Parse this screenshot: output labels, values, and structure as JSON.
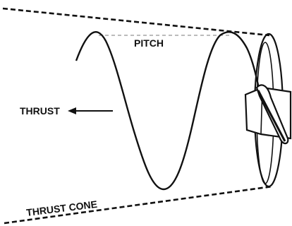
{
  "labels": {
    "pitch": "PITCH",
    "thrust": "THRUST",
    "thrust_cone": "THRUST CONE"
  },
  "colors": {
    "ink": "#111111",
    "background": "#ffffff"
  }
}
